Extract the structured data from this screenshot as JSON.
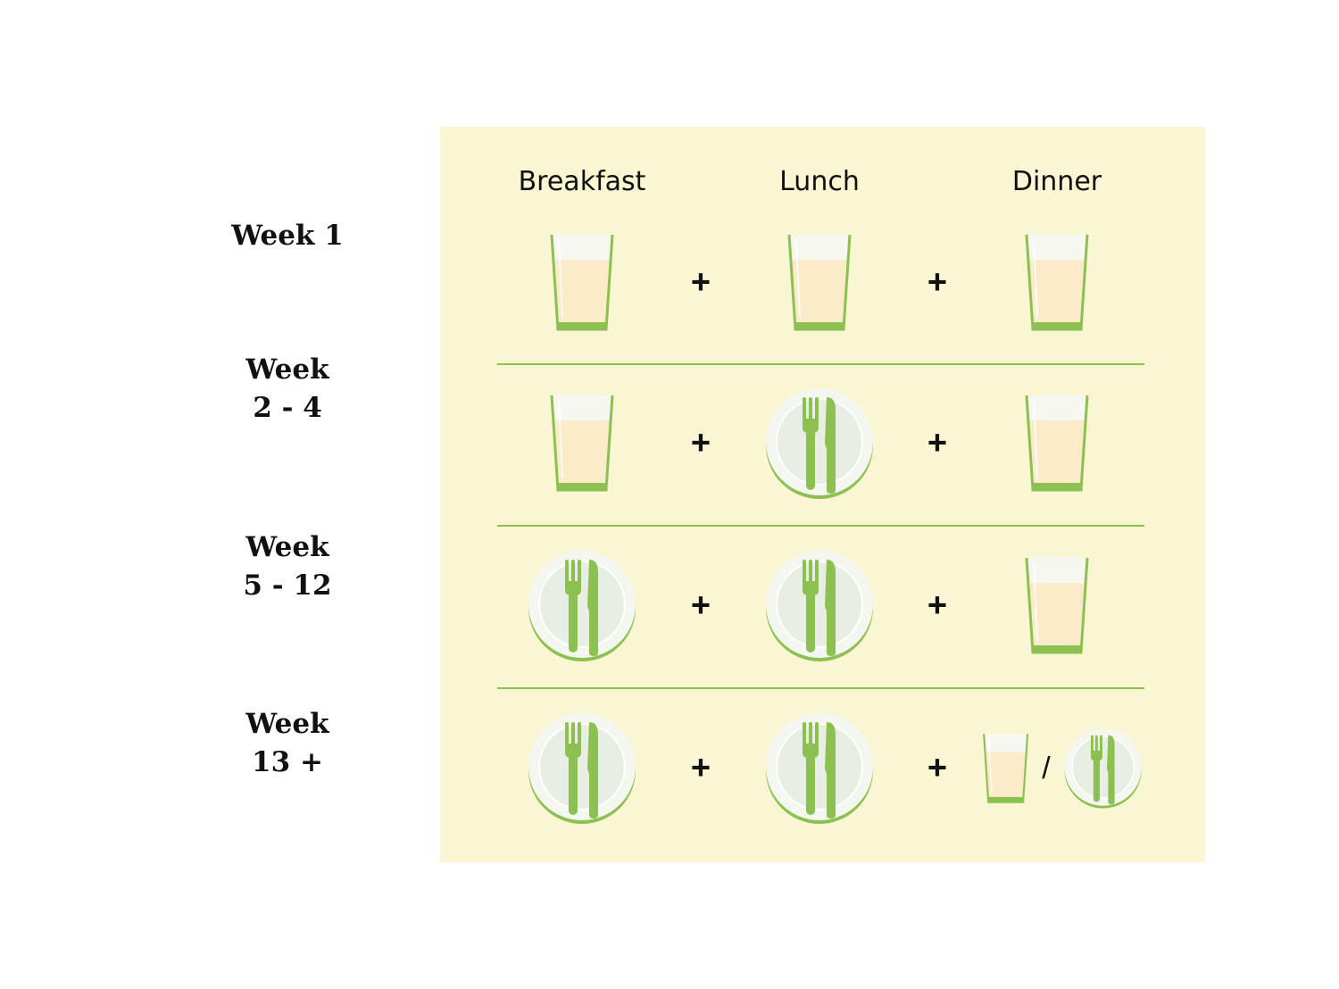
{
  "columns": [
    "Breakfast",
    "Lunch",
    "Dinner"
  ],
  "operator_plus": "+",
  "operator_or": "/",
  "rows": [
    {
      "week_line1": "Week 1",
      "week_line2": "",
      "meals": [
        [
          "glass"
        ],
        [
          "glass"
        ],
        [
          "glass"
        ]
      ]
    },
    {
      "week_line1": "Week",
      "week_line2": "2 - 4",
      "meals": [
        [
          "glass"
        ],
        [
          "plate"
        ],
        [
          "glass"
        ]
      ]
    },
    {
      "week_line1": "Week",
      "week_line2": "5 - 12",
      "meals": [
        [
          "plate"
        ],
        [
          "plate"
        ],
        [
          "glass"
        ]
      ]
    },
    {
      "week_line1": "Week",
      "week_line2": "13 +",
      "meals": [
        [
          "plate"
        ],
        [
          "plate"
        ],
        [
          "glass",
          "plate"
        ]
      ]
    }
  ],
  "colors": {
    "panel": "#faf5d3",
    "accent": "#8cc152",
    "liquid": "#fbebc8"
  }
}
